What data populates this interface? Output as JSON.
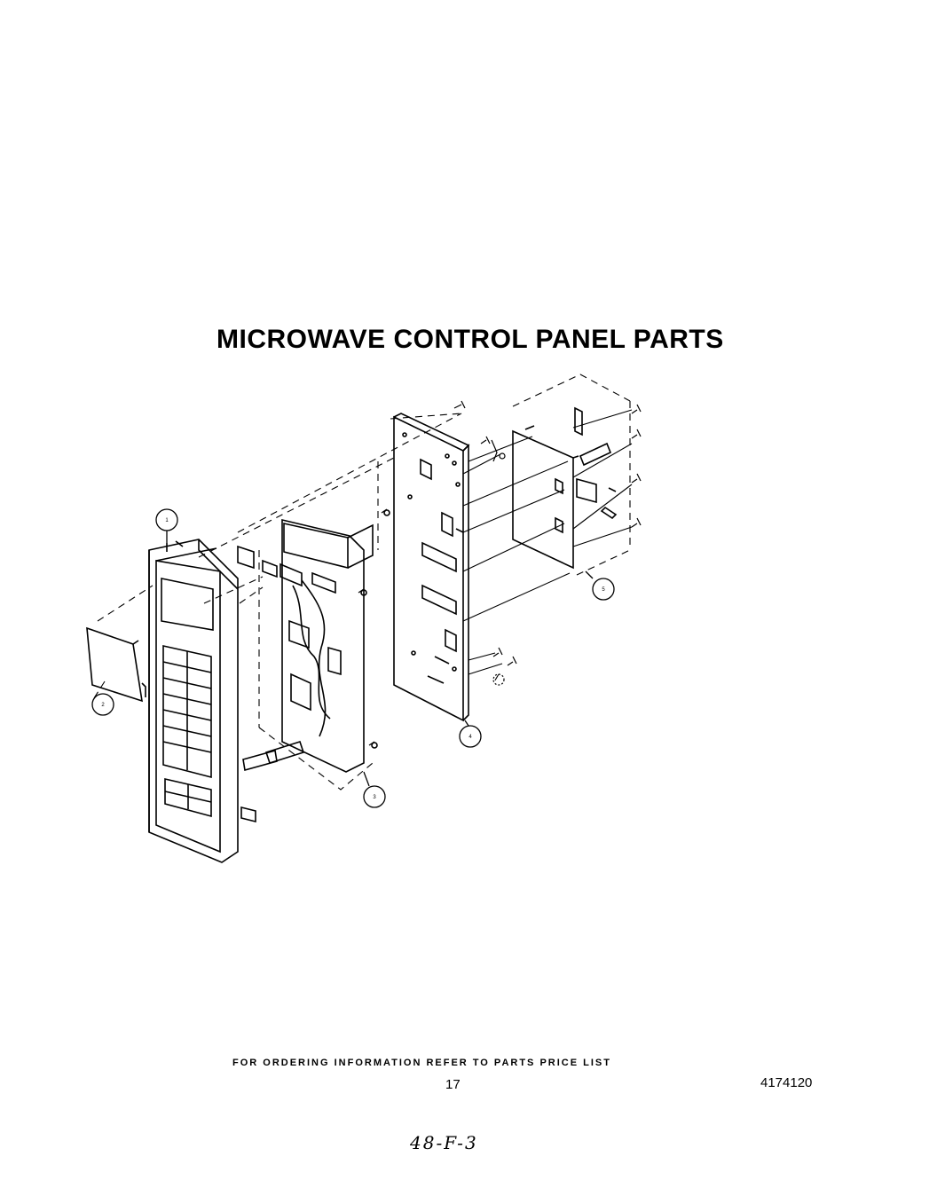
{
  "title": "MICROWAVE CONTROL PANEL PARTS",
  "callouts": [
    "1",
    "2",
    "3",
    "4",
    "5"
  ],
  "footer": {
    "ordering_note": "FOR ORDERING INFORMATION REFER TO PARTS PRICE LIST",
    "page_number": "17",
    "document_number": "4174120",
    "handwritten_note": "48-F-3"
  }
}
